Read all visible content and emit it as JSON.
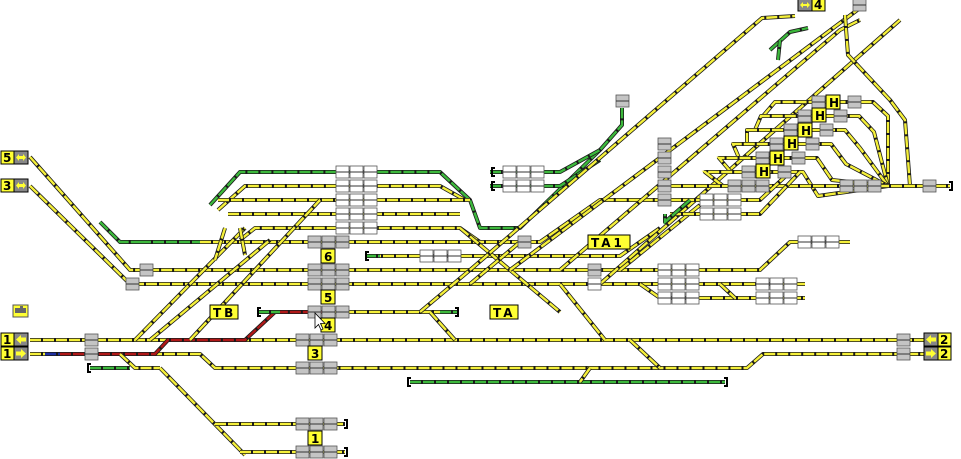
{
  "colors": {
    "track_free": "#f5f03a",
    "track_reserved": "#3cb83c",
    "track_route_set": "#b01818",
    "track_occupied_blue": "#2030a0",
    "track_outline": "#1a1a1a",
    "block_occupied": "#c4c4c4",
    "block_free": "#ffffff",
    "label_bg": "#ffff33"
  },
  "entries": {
    "line_5": {
      "number": "5",
      "icon": "bidirectional-arrow-icon"
    },
    "line_3": {
      "number": "3",
      "icon": "bidirectional-arrow-icon"
    },
    "line_1_in": {
      "number": "1",
      "icon": "arrow-left-icon"
    },
    "line_1_out": {
      "number": "1",
      "icon": "arrow-right-icon"
    },
    "line_2_in": {
      "number": "2",
      "icon": "arrow-left-icon"
    },
    "line_2_out": {
      "number": "2",
      "icon": "arrow-right-icon"
    },
    "line_4": {
      "number": "4",
      "icon": "bidirectional-arrow-icon"
    }
  },
  "zones": {
    "ta1": "TA1",
    "tb": "TB",
    "ta": "TA"
  },
  "platforms": {
    "p6": "6",
    "p5": "5",
    "p4": "4",
    "p3": "3",
    "p1": "1"
  },
  "sidings": {
    "h": [
      "H",
      "H",
      "H",
      "H",
      "H",
      "H"
    ]
  },
  "icons": {
    "locomotive": "locomotive-icon",
    "cursor": "mouse-pointer-icon"
  }
}
